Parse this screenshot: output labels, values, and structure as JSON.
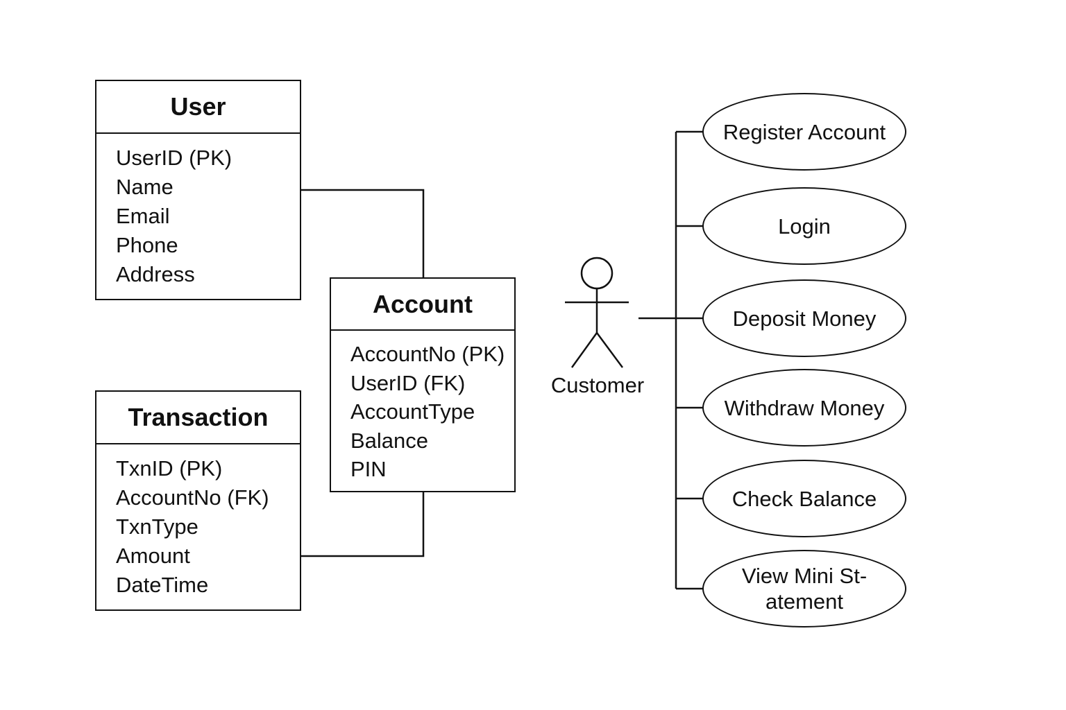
{
  "entities": {
    "user": {
      "title": "User",
      "attributes": [
        "UserID (PK)",
        "Name",
        "Email",
        "Phone",
        "Address"
      ]
    },
    "account": {
      "title": "Account",
      "attributes": [
        "AccountNo (PK)",
        "UserID (FK)",
        "AccountType",
        "Balance",
        "PIN"
      ]
    },
    "transaction": {
      "title": "Transaction",
      "attributes": [
        "TxnID (PK)",
        "AccountNo (FK)",
        "TxnType",
        "Amount",
        "DateTime"
      ]
    }
  },
  "actor": {
    "label": "Customer"
  },
  "use_cases": [
    {
      "label": "Register Account"
    },
    {
      "label": "Login"
    },
    {
      "label": "Deposit Money"
    },
    {
      "label": "Withdraw Money"
    },
    {
      "label": "Check Balance"
    },
    {
      "label": "View Mini St-\natement"
    }
  ]
}
